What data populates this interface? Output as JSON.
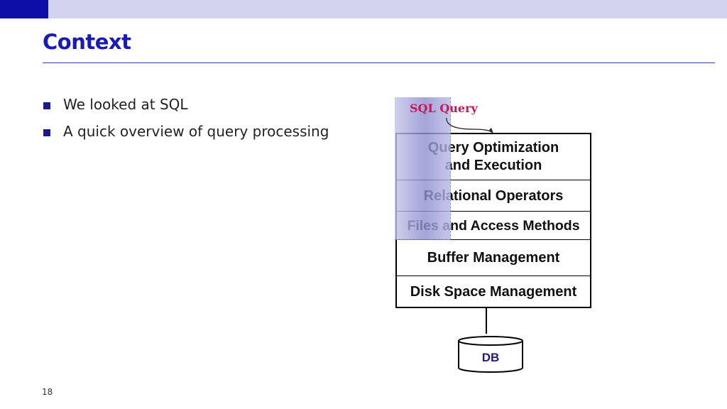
{
  "slide": {
    "title": "Context",
    "bullets": [
      "We looked at SQL",
      "A quick overview of query processing"
    ],
    "page_number": "18"
  },
  "diagram": {
    "input_label": "SQL Query",
    "layers": [
      "Query Optimization\nand Execution",
      "Relational Operators",
      "Files and Access Methods",
      "Buffer Management",
      "Disk Space Management"
    ],
    "storage_label": "DB"
  },
  "colors": {
    "title": "#1a1ab4",
    "top_bar": "#d2d2ec",
    "top_bar_accent": "#0d0da8",
    "bullet_marker": "#1a1a8c",
    "input_label": "#c4185a",
    "highlight": "#9e9ed8"
  }
}
